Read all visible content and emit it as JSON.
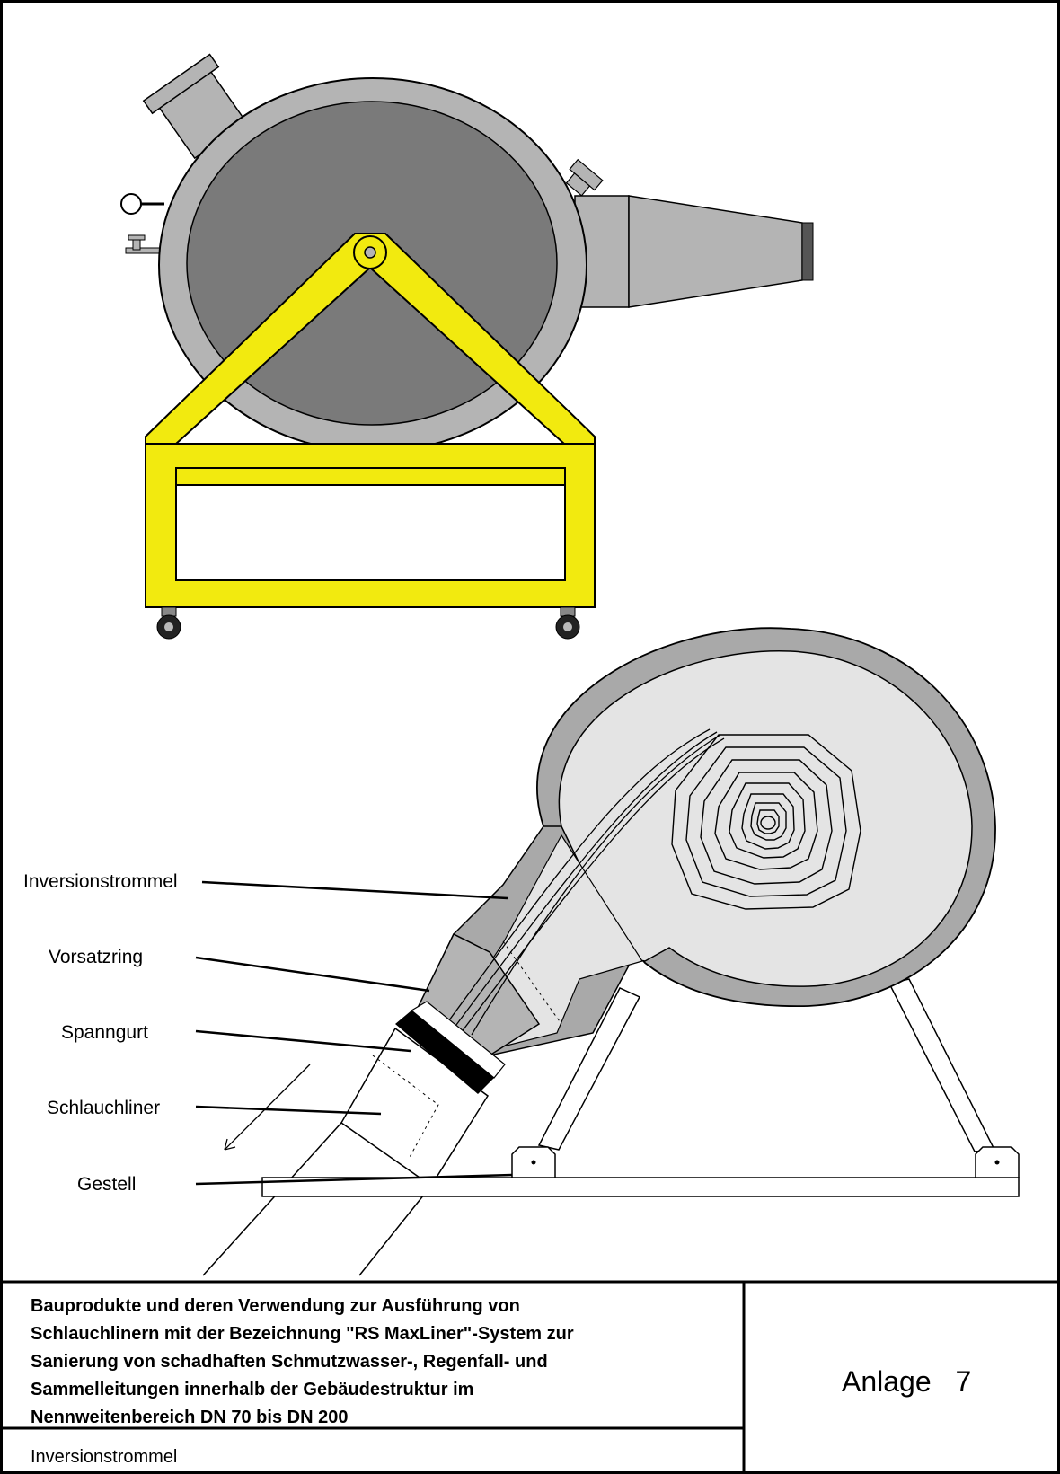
{
  "labels": {
    "inversionstrommel": "Inversionstrommel",
    "vorsatzring": "Vorsatzring",
    "spanngurt": "Spanngurt",
    "schlauchliner": "Schlauchliner",
    "gestell": "Gestell"
  },
  "title_block": {
    "lines": [
      "Bauprodukte und deren Verwendung zur Ausführung von",
      "Schlauchlinern mit der Bezeichnung \"RS MaxLiner\"-System zur",
      "Sanierung von schadhaften Schmutzwasser-, Regenfall- und",
      "Sammelleitungen innerhalb der Gebäudestruktur im",
      "Nennweitenbereich DN 70 bis DN 200"
    ],
    "subtitle": "Inversionstrommel",
    "annex_word": "Anlage",
    "annex_number": "7"
  },
  "colors": {
    "frame_yellow": "#f2ea0f",
    "drum_outer": "#b4b4b4",
    "drum_inner": "#7a7a7a",
    "drum_light": "#e4e4e4",
    "drum_mid": "#a9a9a9",
    "dark_cap": "#555555"
  }
}
